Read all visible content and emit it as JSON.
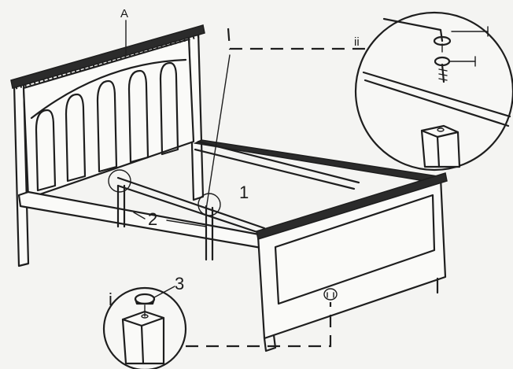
{
  "labels": {
    "headboard": "A",
    "detail_top": "ii",
    "detail_bottom": "i",
    "rail": "1",
    "slat": "2",
    "foot": "3"
  },
  "colors": {
    "line": "#1e1e1e",
    "paper": "#f4f4f2",
    "trim": "#2b2b2b"
  }
}
